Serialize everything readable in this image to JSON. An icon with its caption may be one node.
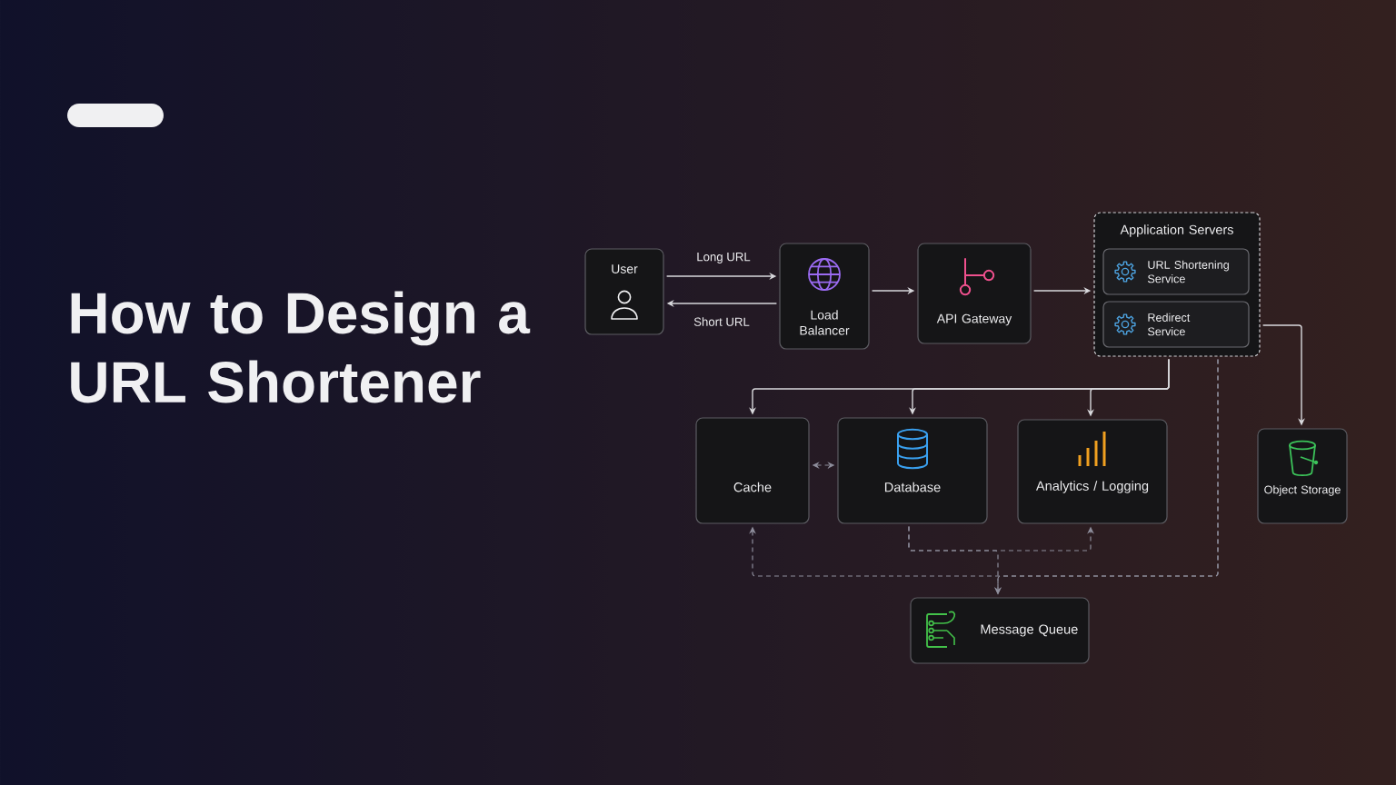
{
  "diagram": {
    "title": "How to Design a URL Shortener",
    "nodes": [
      {
        "text": [
          "User"
        ]
      },
      {
        "text": [
          "Load Balancer"
        ]
      },
      {
        "text": [
          "API Gateway"
        ]
      },
      {
        "text": [
          "Application Servers"
        ]
      },
      {
        "text": [
          "URL Shortening Service"
        ],
        "in": 3
      },
      {
        "text": [
          "Redirect Service"
        ],
        "in": 3
      },
      {
        "text": [
          "Cache"
        ]
      },
      {
        "text": [
          "Database"
        ]
      },
      {
        "text": [
          "Analytics / Logging"
        ]
      },
      {
        "text": [
          "Object Storage"
        ]
      },
      {
        "text": [
          "Message Queue"
        ]
      }
    ],
    "edges": [
      {
        "from": 0,
        "to": 1,
        "arrow": "to",
        "label": "Long URL"
      },
      {
        "from": 1,
        "to": 0,
        "arrow": "to",
        "label": "Short URL"
      },
      {
        "from": 1,
        "to": 2,
        "arrow": "to"
      },
      {
        "from": 2,
        "to": 3,
        "arrow": "to"
      },
      {
        "from": 3,
        "to": 6,
        "arrow": "to"
      },
      {
        "from": 3,
        "to": 7,
        "arrow": "to"
      },
      {
        "from": 3,
        "to": 8,
        "arrow": "to"
      },
      {
        "from": 3,
        "to": 9,
        "arrow": "to"
      },
      {
        "from": 6,
        "to": 7,
        "arrow": "both",
        "style": "dashed",
        "color": "#8e8e9c"
      },
      {
        "from": 3,
        "to": 6,
        "arrow": "to",
        "style": "dashed",
        "color": "#8e8e9c"
      },
      {
        "from": 3,
        "to": 10,
        "arrow": "to",
        "style": "dashed",
        "color": "#8e8e9c"
      },
      {
        "from": 7,
        "to": 8,
        "arrow": "to",
        "style": "dashed",
        "color": "#8e8e9c"
      },
      {
        "from": 7,
        "to": 10,
        "arrow": "to",
        "style": "dashed",
        "color": "#8e8e9c"
      }
    ]
  }
}
